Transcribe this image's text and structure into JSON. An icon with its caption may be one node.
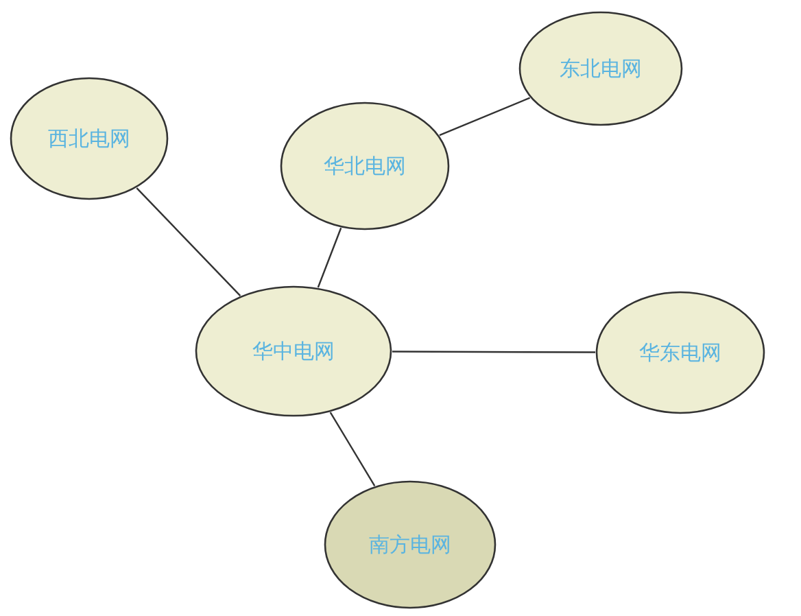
{
  "diagram": {
    "nodes": [
      {
        "text": [
          "东北电网"
        ]
      },
      {
        "text": [
          "西北电网"
        ]
      },
      {
        "text": [
          "华北电网"
        ]
      },
      {
        "text": [
          "华中电网"
        ]
      },
      {
        "text": [
          "华东电网"
        ]
      },
      {
        "text": [
          "南方电网"
        ]
      }
    ],
    "edges": [
      {
        "from": 1,
        "to": 3,
        "arrow": "none"
      },
      {
        "from": 2,
        "to": 3,
        "arrow": "none"
      },
      {
        "from": 2,
        "to": 0,
        "arrow": "none"
      },
      {
        "from": 3,
        "to": 4,
        "arrow": "none"
      },
      {
        "from": 3,
        "to": 5,
        "arrow": "none"
      }
    ]
  }
}
